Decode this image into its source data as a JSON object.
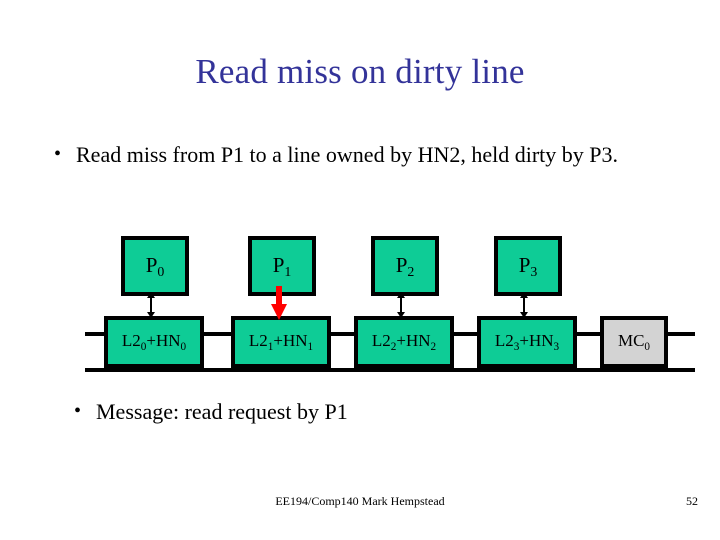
{
  "slide": {
    "title": "Read miss on dirty line",
    "title_color": "#333399",
    "page_number": "52",
    "footer": "EE194/Comp140 Mark Hempstead"
  },
  "bullets": [
    {
      "marker": "•",
      "text": "Read miss from P1 to a line owned by HN2, held dirty by P3."
    },
    {
      "marker": "•",
      "text": "Message: read request by P1"
    }
  ],
  "diagram": {
    "colors": {
      "node_fill": "#0ECC96",
      "memory_fill": "#D3D3D3",
      "border": "#000000",
      "active_arrow": "#FF0000",
      "idle_arrow": "#000000"
    },
    "nodes": [
      {
        "processor_base": "P",
        "processor_sub": "0",
        "cache_base": "L2",
        "cache_sub": "0",
        "cache_suffix": "+HN",
        "cache_suffix_sub": "0",
        "arrow": "double-headed",
        "arrow_color": "#000000"
      },
      {
        "processor_base": "P",
        "processor_sub": "1",
        "cache_base": "L2",
        "cache_sub": "1",
        "cache_suffix": "+HN",
        "cache_suffix_sub": "1",
        "arrow": "down",
        "arrow_color": "#FF0000"
      },
      {
        "processor_base": "P",
        "processor_sub": "2",
        "cache_base": "L2",
        "cache_sub": "2",
        "cache_suffix": "+HN",
        "cache_suffix_sub": "2",
        "arrow": "double-headed",
        "arrow_color": "#000000"
      },
      {
        "processor_base": "P",
        "processor_sub": "3",
        "cache_base": "L2",
        "cache_sub": "3",
        "cache_suffix": "+HN",
        "cache_suffix_sub": "3",
        "arrow": "double-headed",
        "arrow_color": "#000000"
      }
    ],
    "memory": {
      "base": "MC",
      "sub": "0"
    },
    "bus": {
      "line_count": 2
    }
  }
}
